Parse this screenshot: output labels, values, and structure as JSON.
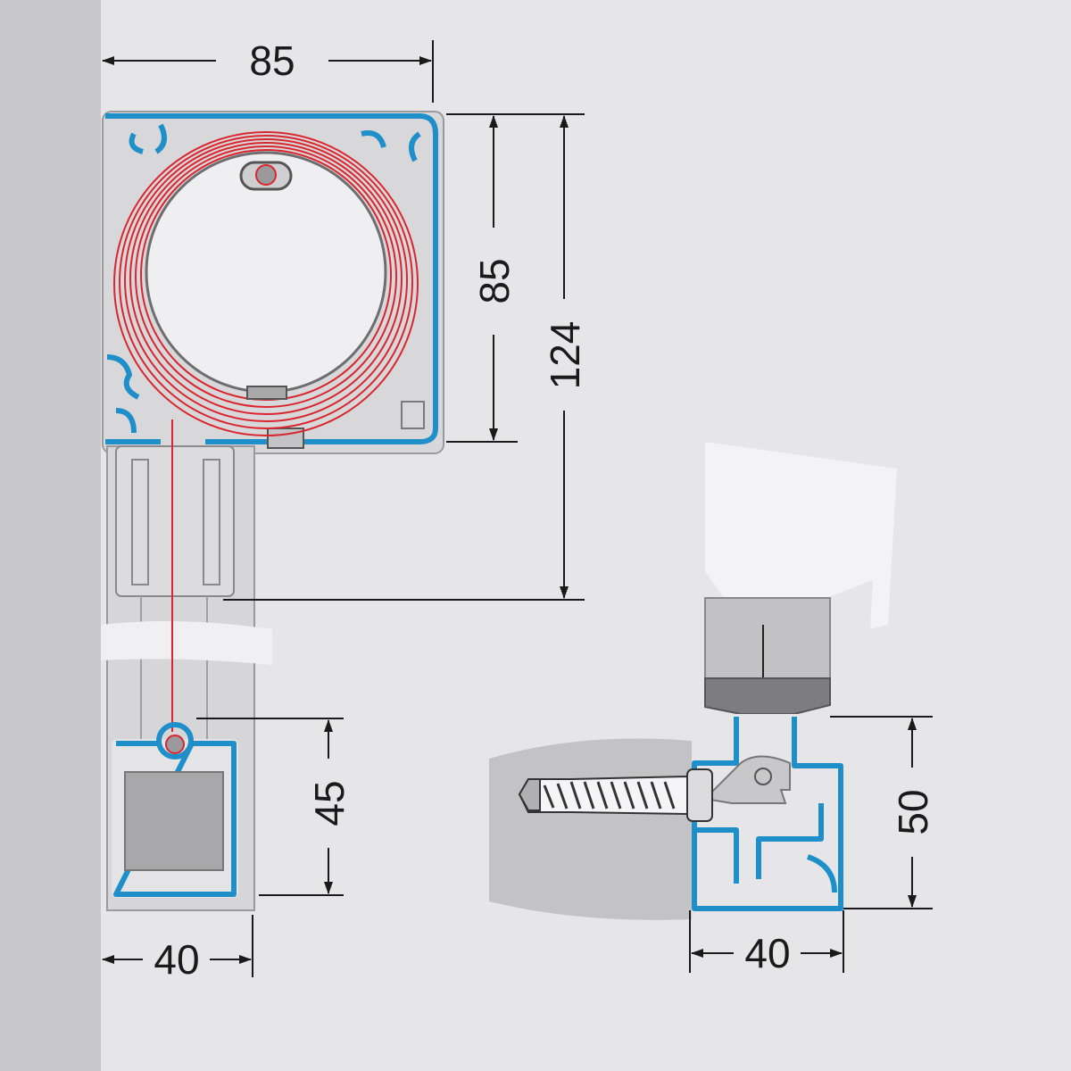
{
  "diagram": {
    "dimensions": {
      "box_width": "85",
      "box_height": "85",
      "total_height": "124",
      "bottom_rail_height": "45",
      "bottom_rail_width": "40",
      "wall_mount_height": "50",
      "wall_mount_width": "40"
    },
    "colors": {
      "profile": "#1f8fc9",
      "spring": "#d9262e",
      "background": "#e6e6e8",
      "wall_strip": "#c8c8ca"
    }
  }
}
